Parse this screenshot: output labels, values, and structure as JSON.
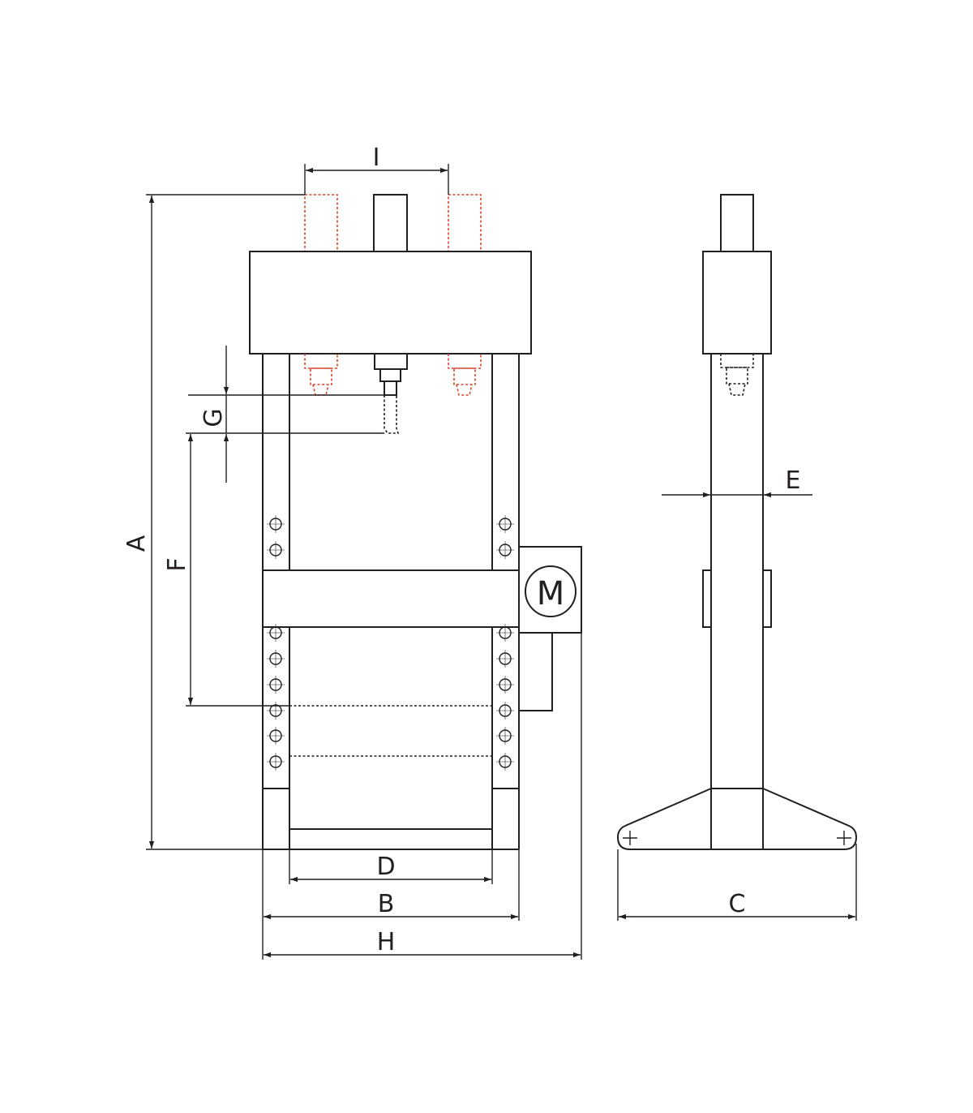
{
  "labels": {
    "A": "A",
    "B": "B",
    "C": "C",
    "D": "D",
    "E": "E",
    "F": "F",
    "G": "G",
    "H": "H",
    "I": "I",
    "motor": "M"
  },
  "colors": {
    "line": "#231f20",
    "accent": "#d9452b"
  },
  "icons": {
    "motor": "motor-circle-icon",
    "arrow": "dimension-arrow-icon"
  }
}
